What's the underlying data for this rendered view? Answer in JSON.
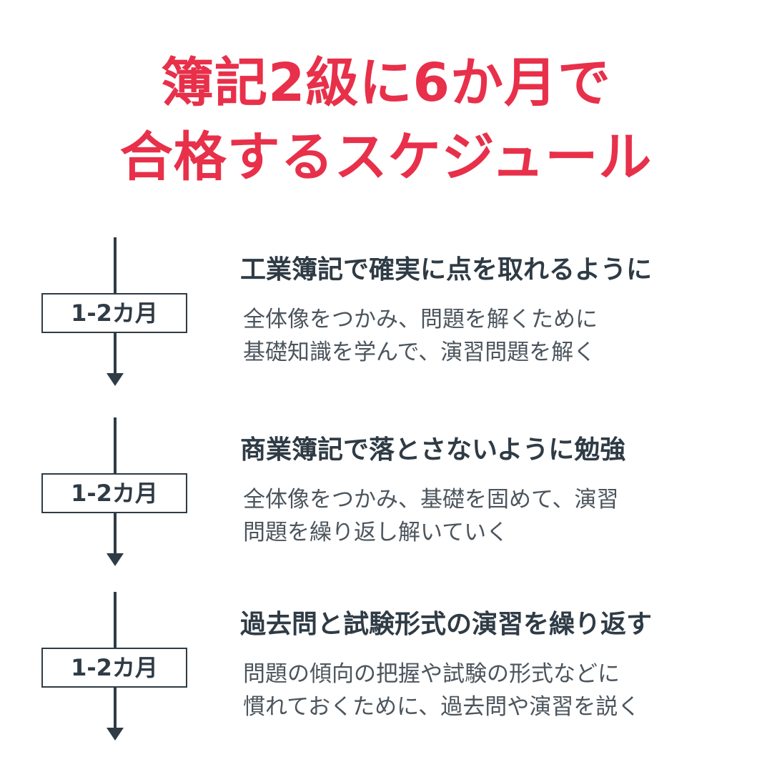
{
  "title": {
    "line1": "簿記2級に6か月で",
    "line2": "合格するスケジュール"
  },
  "colors": {
    "title": "#e8304a",
    "dark": "#2f3b45",
    "body_text": "#4c555d"
  },
  "steps": [
    {
      "badge": "1-2カ月",
      "heading": "工業簿記で確実に点を取れるように",
      "desc": [
        "全体像をつかみ、問題を解くために",
        "基礎知識を学んで、演習問題を解く"
      ]
    },
    {
      "badge": "1-2カ月",
      "heading": "商業簿記で落とさないように勉強",
      "desc": [
        "全体像をつかみ、基礎を固めて、演習",
        "問題を繰り返し解いていく"
      ]
    },
    {
      "badge": "1-2カ月",
      "heading": "過去問と試験形式の演習を繰り返す",
      "desc": [
        "問題の傾向の把握や試験の形式などに",
        "慣れておくために、過去問や演習を説く"
      ]
    }
  ]
}
